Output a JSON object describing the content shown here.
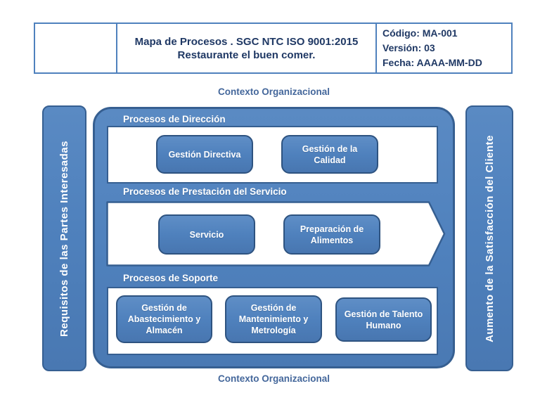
{
  "header": {
    "title_line1": "Mapa de Procesos . SGC NTC ISO 9001:2015",
    "title_line2": "Restaurante el buen comer.",
    "code": "Código: MA-001",
    "version": "Versión: 03",
    "date": "Fecha: AAAA-MM-DD"
  },
  "context": {
    "top": "Contexto Organizacional",
    "bottom": "Contexto Organizacional"
  },
  "left_bar": {
    "label": "Requisitos de las Partes Interesadas"
  },
  "right_bar": {
    "label": "Aumento de la Satisfacción del Cliente"
  },
  "sections": [
    {
      "label": "Procesos de Dirección",
      "boxes": [
        "Gestión Directiva",
        "Gestión de la Calidad"
      ]
    },
    {
      "label": "Procesos de Prestación del Servicio",
      "boxes": [
        "Servicio",
        "Preparación de Alimentos"
      ]
    },
    {
      "label": "Procesos de Soporte",
      "boxes": [
        "Gestión de Abastecimiento y Almacén",
        "Gestión de Mantenimiento y Metrología",
        "Gestión de Talento Humano"
      ]
    }
  ],
  "colors": {
    "process_fill": "#4F81BD",
    "process_border": "#365F91",
    "header_text": "#1F3864",
    "context_text": "#44679B",
    "table_border": "#4F81BD"
  }
}
